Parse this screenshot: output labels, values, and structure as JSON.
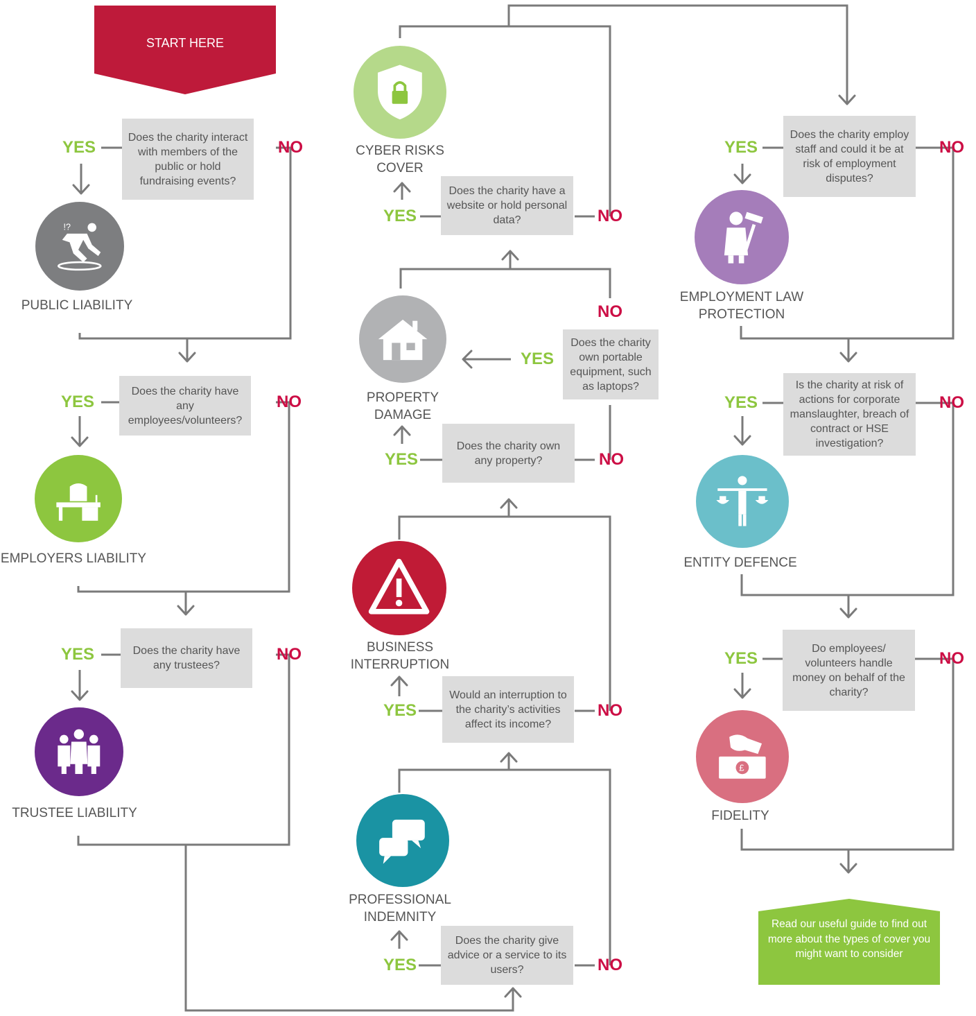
{
  "start": "START HERE",
  "end": "Read our useful guide to find out more about the types of cover you might want to consider",
  "yes": "YES",
  "no": "NO",
  "questions": {
    "q1": "Does the charity interact with members of the public or hold fundraising events?",
    "q2": "Does the charity have any employees/volunteers?",
    "q3": "Does the charity have any trustees?",
    "q4": "Does the charity give advice or a service to its users?",
    "q5": "Would an interruption to the charity’s activities affect its income?",
    "q6": "Does the charity own any property?",
    "q7": "Does the charity own portable equipment, such as laptops?",
    "q8": "Does the charity have a website or hold personal data?",
    "q9": "Does the charity employ staff and could it be at risk of employment disputes?",
    "q10": "Is the charity at risk of actions for corporate manslaughter, breach of contract or HSE investigation?",
    "q11": "Do employees/ volunteers handle money on behalf of the charity?"
  },
  "covers": {
    "public": {
      "label": "PUBLIC LIABILITY",
      "icon": "slip-hazard-icon",
      "color": "#7d7e80"
    },
    "employers": {
      "label": "EMPLOYERS LIABILITY",
      "icon": "office-desk-icon",
      "color": "#8dc63f"
    },
    "trustee": {
      "label": "TRUSTEE LIABILITY",
      "icon": "people-group-icon",
      "color": "#6b2a8b"
    },
    "professional": {
      "label": "PROFESSIONAL\nINDEMNITY",
      "icon": "speech-bubbles-icon",
      "color": "#1a93a3"
    },
    "business": {
      "label": "BUSINESS\nINTERRUPTION",
      "icon": "warning-triangle-icon",
      "color": "#c01b36"
    },
    "property": {
      "label": "PROPERTY\nDAMAGE",
      "icon": "house-icon",
      "color": "#b1b2b4"
    },
    "cyber": {
      "label": "CYBER RISKS\nCOVER",
      "icon": "shield-lock-icon",
      "color": "#b5d98a"
    },
    "employment": {
      "label": "EMPLOYMENT LAW\nPROTECTION",
      "icon": "judge-gavel-icon",
      "color": "#a57dba"
    },
    "entity": {
      "label": "ENTITY DEFENCE",
      "icon": "scales-icon",
      "color": "#6bbfca"
    },
    "fidelity": {
      "label": "FIDELITY",
      "icon": "money-hand-icon",
      "color": "#d96f80"
    }
  },
  "colors": {
    "start": "#be1a3a",
    "end": "#8dc63f",
    "line": "#7a7a7a"
  }
}
